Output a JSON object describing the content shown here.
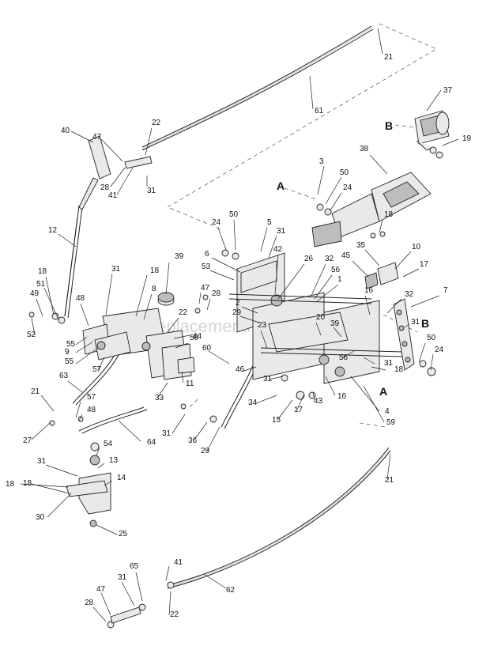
{
  "watermark": "eReplacementParts.com",
  "section_labels": {
    "a_top": "A",
    "a_bottom": "A",
    "b_top": "B",
    "b_right": "B"
  },
  "callouts": [
    "21",
    "61",
    "37",
    "19",
    "22",
    "40",
    "47",
    "28",
    "41",
    "31",
    "38",
    "3",
    "50",
    "24",
    "18",
    "12",
    "50",
    "24",
    "5",
    "31",
    "6",
    "42",
    "26",
    "32",
    "56",
    "1",
    "53",
    "35",
    "45",
    "10",
    "17",
    "39",
    "18",
    "31",
    "8",
    "18",
    "51",
    "49",
    "52",
    "47",
    "28",
    "48",
    "55",
    "9",
    "55",
    "57",
    "22",
    "44",
    "58",
    "2",
    "29",
    "23",
    "20",
    "39",
    "16",
    "32",
    "7",
    "31",
    "60",
    "46",
    "31",
    "56",
    "31",
    "18",
    "50",
    "24",
    "11",
    "33",
    "63",
    "21",
    "57",
    "48",
    "27",
    "34",
    "15",
    "17",
    "43",
    "16",
    "4",
    "59",
    "31",
    "64",
    "36",
    "29",
    "54",
    "31",
    "13",
    "18",
    "14",
    "30",
    "25",
    "21",
    "65",
    "31",
    "41",
    "47",
    "62",
    "28",
    "22",
    "18"
  ]
}
